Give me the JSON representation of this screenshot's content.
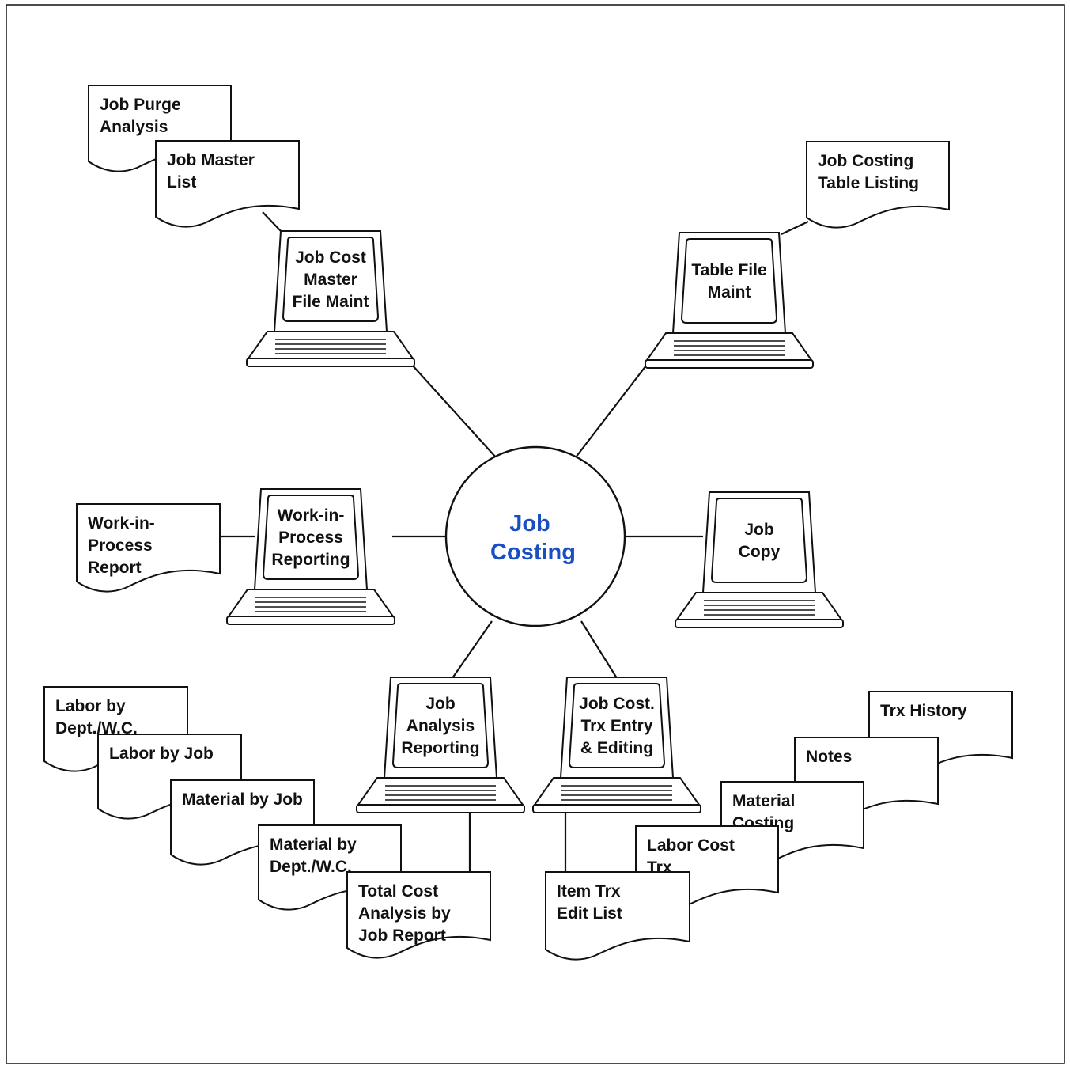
{
  "hub": {
    "lines": [
      "Job",
      "Costing"
    ],
    "color": "#1a4fc4"
  },
  "terminals": {
    "master_file_maint": [
      "Job Cost",
      "Master",
      "File Maint"
    ],
    "table_file_maint": [
      "Table File",
      "Maint"
    ],
    "wip_reporting": [
      "Work-in-",
      "Process",
      "Reporting"
    ],
    "job_copy": [
      "Job",
      "Copy"
    ],
    "job_analysis": [
      "Job",
      "Analysis",
      "Reporting"
    ],
    "trx_entry": [
      "Job Cost.",
      "Trx Entry",
      "& Editing"
    ]
  },
  "documents": {
    "job_purge_analysis": [
      "Job Purge",
      "Analysis"
    ],
    "job_master_list": [
      "Job Master",
      "List"
    ],
    "table_listing": [
      "Job Costing",
      "Table Listing"
    ],
    "wip_report": [
      "Work-in-",
      "Process",
      "Report"
    ],
    "labor_by_dept": [
      "Labor by",
      "Dept./W.C."
    ],
    "labor_by_job": [
      "Labor by Job"
    ],
    "material_by_job": [
      "Material by Job"
    ],
    "material_by_dept": [
      "Material by",
      "Dept./W.C."
    ],
    "total_cost_analysis": [
      "Total Cost",
      "Analysis by",
      "Job Report"
    ],
    "trx_history": [
      "Trx History"
    ],
    "notes": [
      "Notes"
    ],
    "material_costing": [
      "Material",
      "Costing"
    ],
    "labor_cost_trx": [
      "Labor Cost",
      "Trx"
    ],
    "item_trx_edit_list": [
      "Item Trx",
      "Edit List"
    ]
  }
}
